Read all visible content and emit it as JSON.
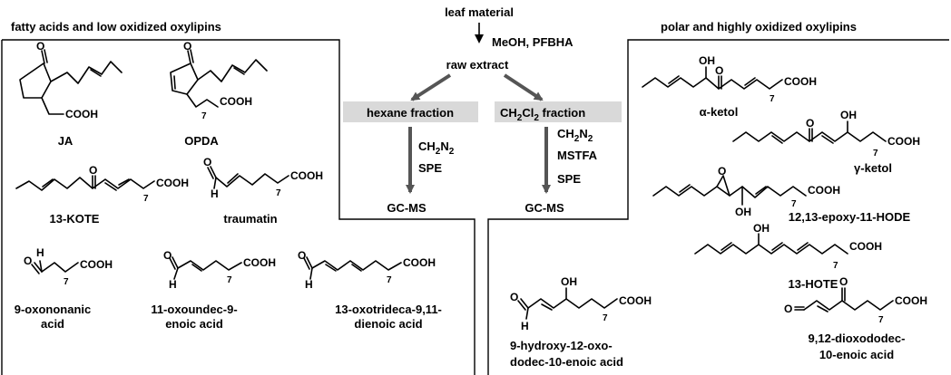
{
  "headers": {
    "left": "fatty acids and low oxidized oxylipins",
    "right": "polar and  highly oxidized oxylipins"
  },
  "workflow": {
    "start": "leaf material",
    "reagents_top": "MeOH, PFBHA",
    "raw": "raw extract",
    "hexane": "hexane fraction",
    "ch2cl2_pre": "CH",
    "ch2cl2_sub1": "2",
    "ch2cl2_mid": "Cl",
    "ch2cl2_sub2": "2",
    "ch2cl2_post": " fraction",
    "diazo_pre": "CH",
    "diazo_sub1": "2",
    "diazo_mid": "N",
    "diazo_sub2": "2",
    "spe": "SPE",
    "mstfa": "MSTFA",
    "gcms": "GC-MS",
    "highlight_color": "#d9d9d9"
  },
  "compounds_left": [
    {
      "key": "ja",
      "label": "JA"
    },
    {
      "key": "opda",
      "label": "OPDA"
    },
    {
      "key": "kote",
      "label": "13-KOTE"
    },
    {
      "key": "traumatin",
      "label": "traumatin"
    },
    {
      "key": "oxononanic",
      "label": [
        "9-oxononanic",
        "acid"
      ]
    },
    {
      "key": "oxoundec",
      "label": [
        "11-oxoundec-9-",
        "enoic acid"
      ]
    },
    {
      "key": "oxotrideca",
      "label": [
        "13-oxotrideca-9,11-",
        "dienoic acid"
      ]
    }
  ],
  "compounds_right": [
    {
      "key": "aketol",
      "label": "α-ketol"
    },
    {
      "key": "gketol",
      "label": "γ-ketol"
    },
    {
      "key": "epoxy",
      "label": "12,13-epoxy-11-HODE"
    },
    {
      "key": "hote",
      "label": "13-HOTE"
    },
    {
      "key": "hydroxy",
      "label": [
        "9-hydroxy-12-oxo-",
        "dodec-10-enoic acid"
      ]
    },
    {
      "key": "dioxo",
      "label": [
        "9,12-dioxododec-",
        "10-enoic acid"
      ]
    }
  ],
  "atoms": {
    "o": "O",
    "h": "H",
    "oh": "OH",
    "cooh": "COOH",
    "n7": "7"
  }
}
